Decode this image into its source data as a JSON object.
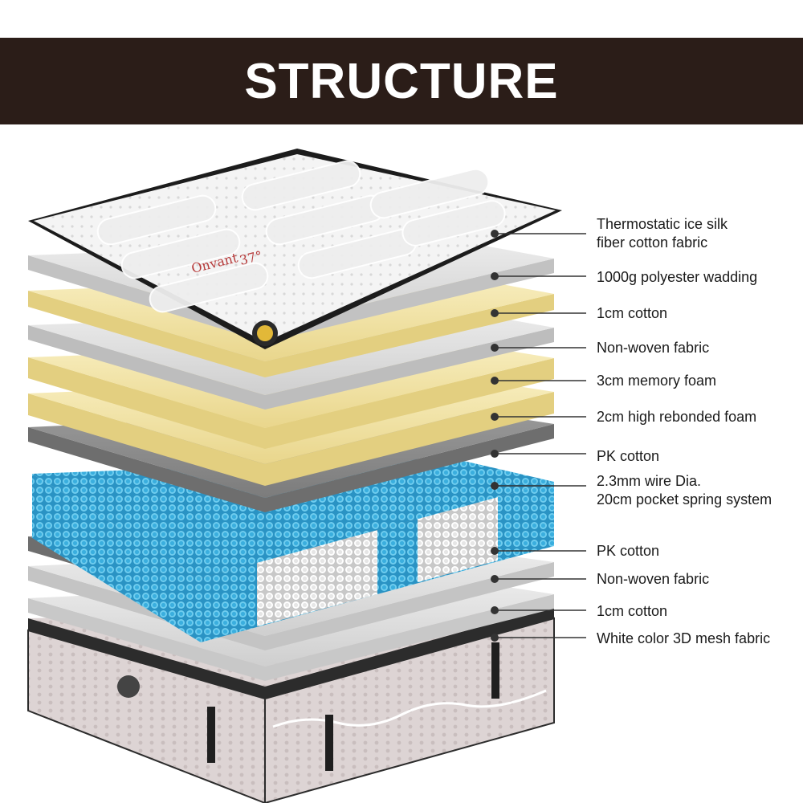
{
  "header": {
    "title": "STRUCTURE"
  },
  "top_panel": {
    "brand_text": "Onvant",
    "temp_text": "37°"
  },
  "layers": [
    {
      "id": "top",
      "line1": "Thermostatic ice silk",
      "line2": "fiber cotton fabric"
    },
    {
      "id": "wadding",
      "line1": "1000g polyester wadding"
    },
    {
      "id": "cotton1",
      "line1": "1cm cotton"
    },
    {
      "id": "nonwoven1",
      "line1": "Non-woven fabric"
    },
    {
      "id": "memory",
      "line1": "3cm memory foam"
    },
    {
      "id": "rebond",
      "line1": "2cm high rebonded foam"
    },
    {
      "id": "pk1",
      "line1": "PK cotton"
    },
    {
      "id": "spring",
      "line1": "2.3mm wire Dia.",
      "line2": "20cm pocket spring system"
    },
    {
      "id": "pk2",
      "line1": "PK cotton"
    },
    {
      "id": "nonwoven2",
      "line1": "Non-woven fabric"
    },
    {
      "id": "cotton2",
      "line1": "1cm cotton"
    },
    {
      "id": "mesh",
      "line1": "White color 3D mesh fabric"
    }
  ],
  "colors": {
    "banner": "#2b1d18",
    "light_gray": "#dcdcdc",
    "cream": "#f3e4a6",
    "dark_gray": "#8e8e8e",
    "spring_blue": "#3aaede",
    "spring_white": "#f2f2f2"
  }
}
